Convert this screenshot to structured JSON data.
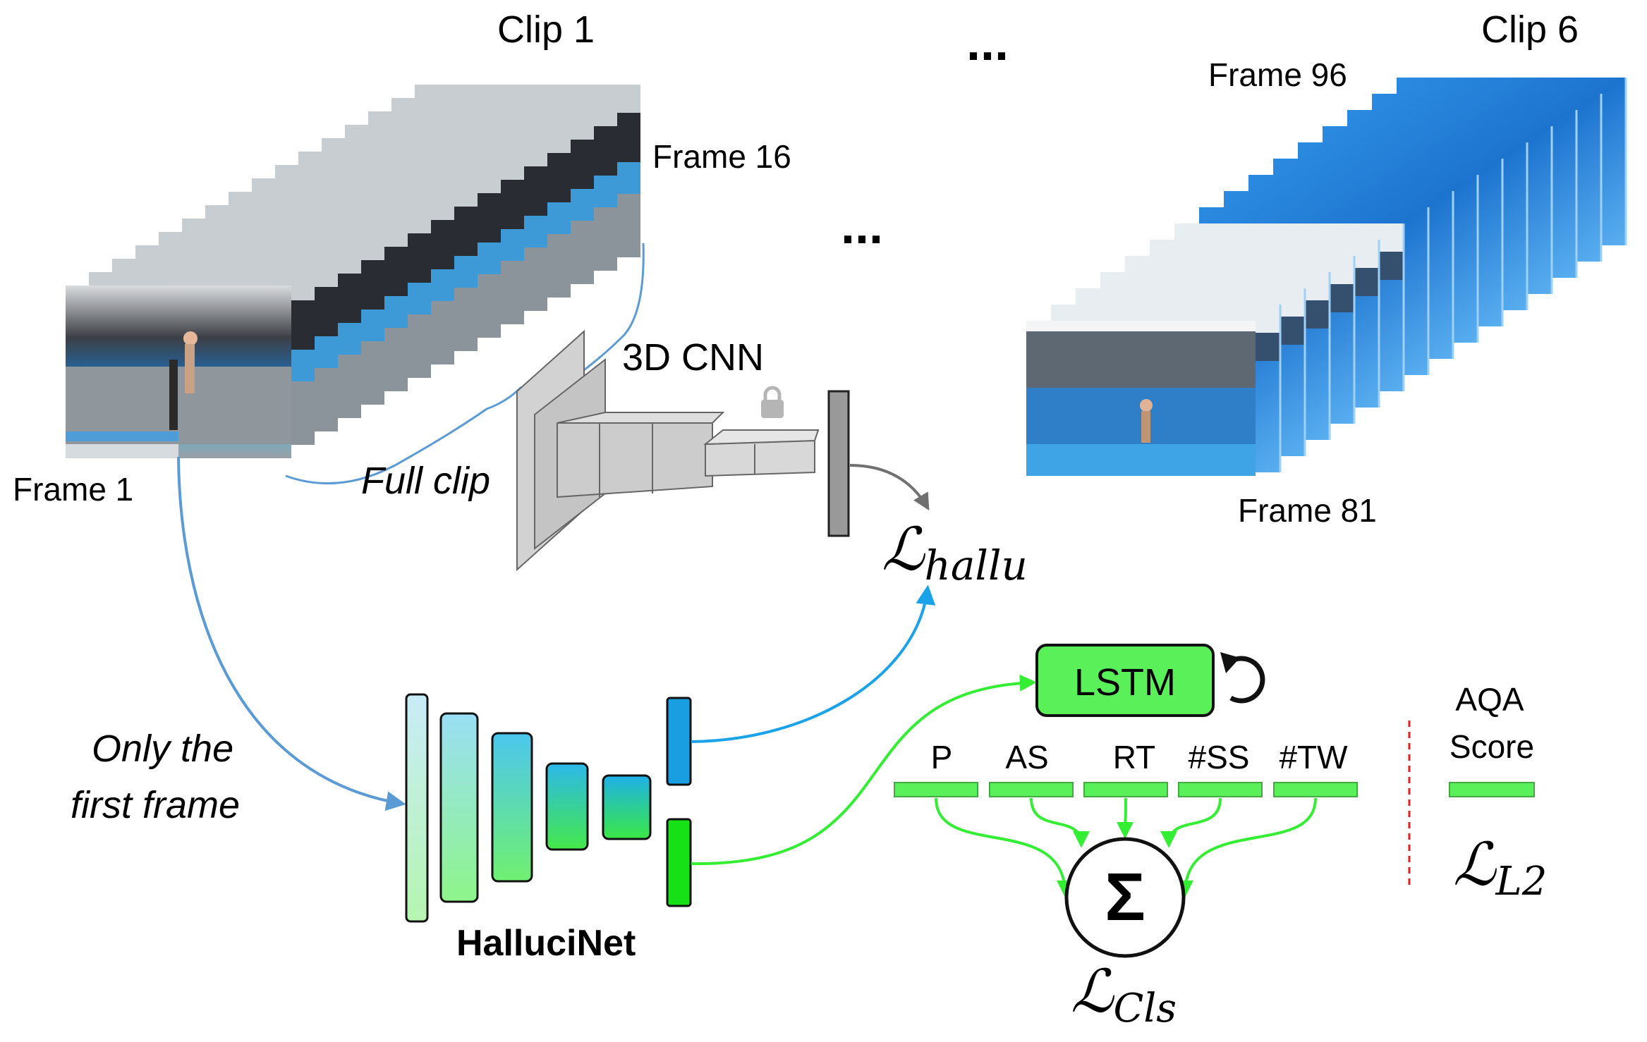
{
  "clip1": {
    "title": "Clip 1",
    "frame_last": "Frame 16",
    "frame_first": "Frame 1",
    "full_clip": "Full clip"
  },
  "ellipsis": "...",
  "clip6": {
    "title": "Clip 6",
    "frame_last": "Frame 96",
    "frame_first": "Frame 81"
  },
  "cnn": {
    "label": "3D CNN",
    "lock_icon": "lock-icon"
  },
  "losses": {
    "hallu_main": "ℒ",
    "hallu_sub": "hallu",
    "cls_main": "ℒ",
    "cls_sub": "Cls",
    "l2_main": "ℒ",
    "l2_sub": "L2"
  },
  "hallucinet": {
    "label": "HalluciNet",
    "input_note_line1": "Only the",
    "input_note_line2": "first frame"
  },
  "lstm": {
    "label": "LSTM"
  },
  "scores": {
    "items": [
      "P",
      "AS",
      "RT",
      "#SS",
      "#TW"
    ],
    "sum_symbol": "Σ",
    "aqa_line1": "AQA",
    "aqa_line2": "Score"
  },
  "colors": {
    "green": "#33ff33",
    "green_fill": "#5af05a",
    "blue_arrow": "#1aa3e8",
    "input_arrow": "#5b9bd5",
    "gray_arrow": "#707070",
    "pool_blue": "#1e7fd6",
    "red_dash": "#e02020"
  }
}
